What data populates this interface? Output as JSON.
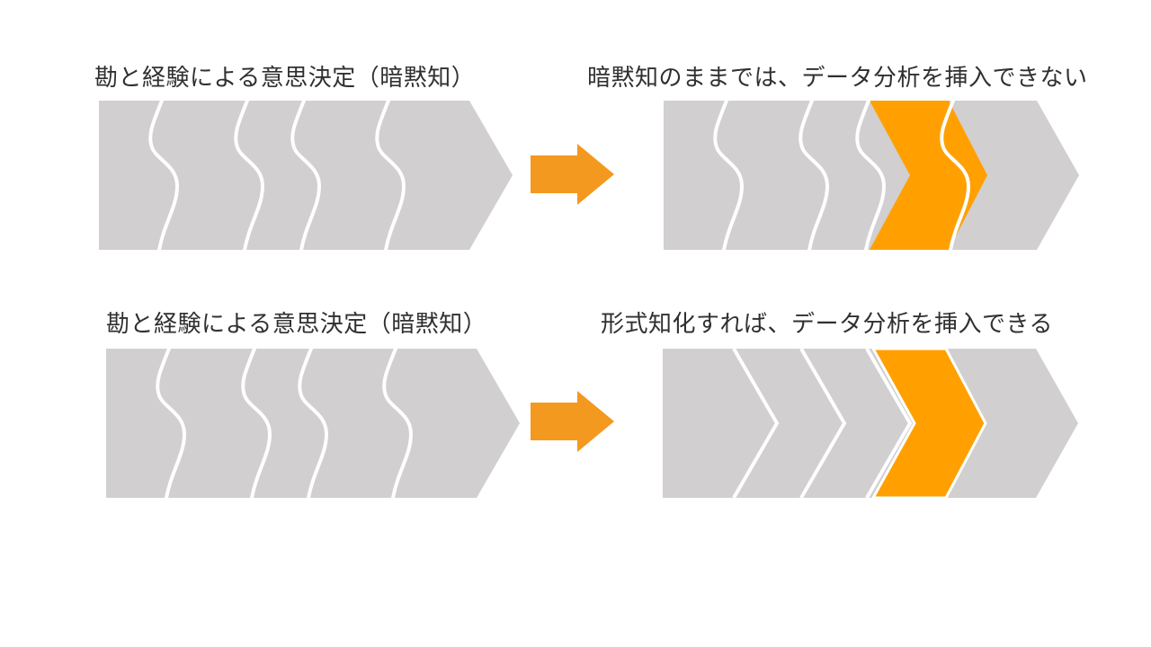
{
  "slide": {
    "rows": [
      {
        "left_label": "勘と経験による意思決定（暗黙知）",
        "right_label": "暗黙知のままでは、データ分析を挿入できない"
      },
      {
        "left_label": "勘と経験による意思決定（暗黙知）",
        "right_label": "形式知化すれば、データ分析を挿入できる"
      }
    ]
  },
  "colors": {
    "process_gray": "#d1cfcf",
    "transform_arrow_orange": "#f4991f",
    "insert_chevron_orange": "#ffa000",
    "line_white": "#ffffff",
    "text": "#303030",
    "background": "#ffffff"
  },
  "icons": {
    "transform_arrow": "right-block-arrow",
    "process_shape": "right-pentagon-arrow",
    "insert_shape": "chevron"
  }
}
